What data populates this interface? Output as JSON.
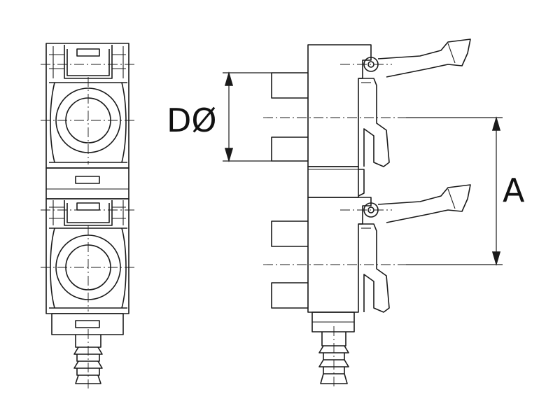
{
  "dimensions": {
    "diameter_label": "DØ",
    "spacing_label": "A"
  },
  "views": [
    "front-view",
    "side-view"
  ],
  "colors": {
    "line": "#1a1a1a",
    "background": "#ffffff"
  }
}
